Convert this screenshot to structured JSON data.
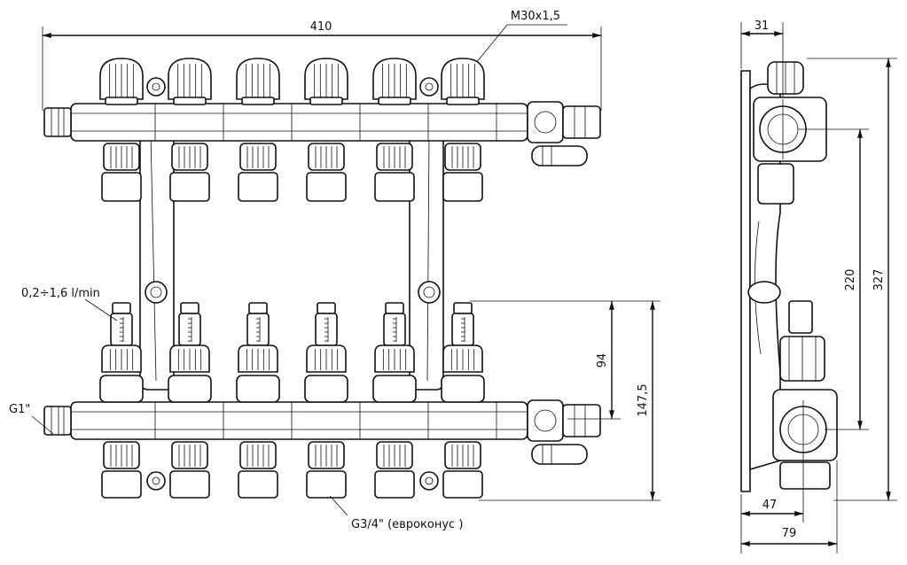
{
  "front_view": {
    "dim_total_width": "410",
    "thread_label": "M30x1,5",
    "flow_label": "0,2÷1,6 l/min",
    "inlet_label": "G1\"",
    "dim_94": "94",
    "dim_147": "147,5",
    "outlet_label": "G3/4\" (евроконус )",
    "circuits": 6
  },
  "side_view": {
    "dim_31": "31",
    "dim_220": "220",
    "dim_327": "327",
    "dim_47": "47",
    "dim_79": "79"
  }
}
